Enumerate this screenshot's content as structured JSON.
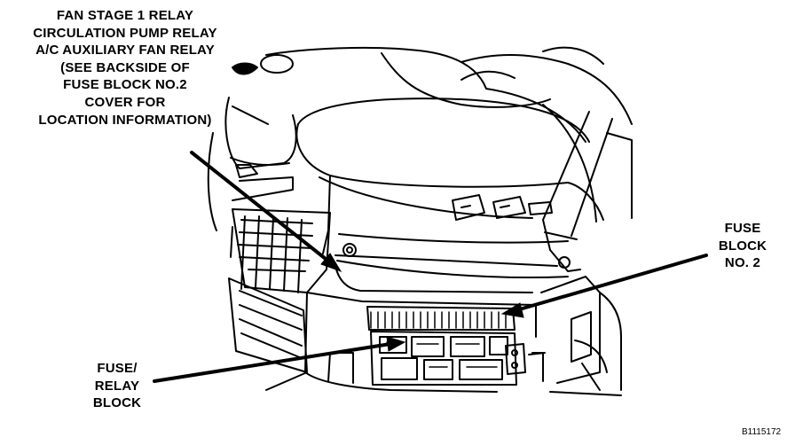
{
  "callouts": {
    "relay_label": {
      "lines": [
        "FAN STAGE 1 RELAY",
        "CIRCULATION PUMP RELAY",
        "A/C AUXILIARY FAN RELAY",
        "(SEE BACKSIDE OF",
        "FUSE BLOCK NO.2",
        "COVER FOR",
        "LOCATION INFORMATION)"
      ]
    },
    "fuse_block_2_label": {
      "lines": [
        "FUSE",
        "BLOCK",
        "NO. 2"
      ]
    },
    "fuse_relay_block_label": {
      "lines": [
        "FUSE/",
        "RELAY",
        "BLOCK"
      ]
    }
  },
  "figure_id": "B1115172",
  "colors": {
    "line": "#000000",
    "background": "#ffffff"
  }
}
